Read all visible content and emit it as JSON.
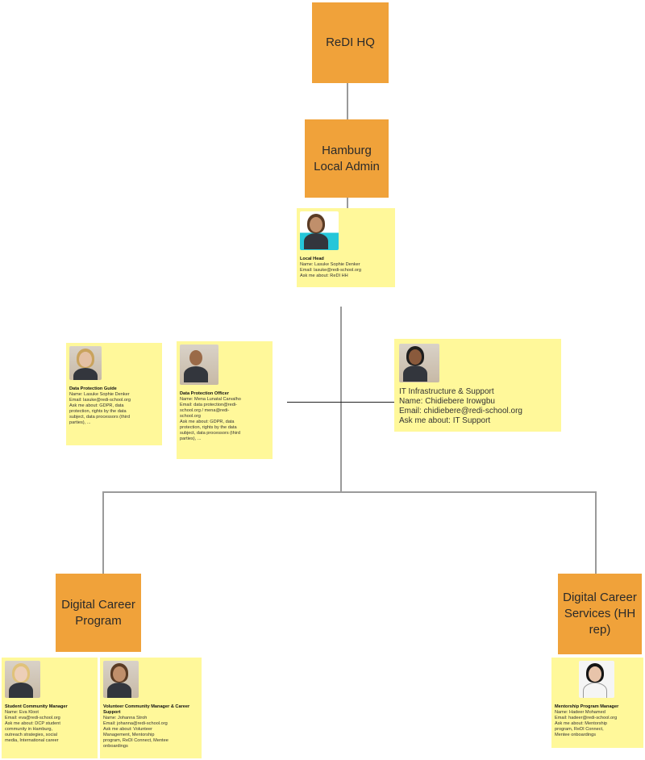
{
  "nodes": {
    "hq": "ReDI HQ",
    "hamburg": "Hamburg Local Admin",
    "dcp": "Digital Career Program",
    "dcs": "Digital Career Services (HH rep)"
  },
  "cards": {
    "local_head": {
      "title": "Local Head",
      "lines": [
        "Name: Lasuke Sophie Denker",
        "Email: lasuke@redi-school.org",
        "Ask me about: ReDI HH"
      ]
    },
    "dp_guide": {
      "title": "Data Protection Guide",
      "lines": [
        "Name: Lasuke Sophie Denker",
        "Email: lasuke@redi-school.org",
        "Ask me about: GDPR, data",
        "protection, rights by the data",
        "subject, data processors (third",
        "parties), ..."
      ]
    },
    "dp_officer": {
      "title": "Data Protection Officer",
      "lines": [
        "Name: Mena Lunatal Carvalho",
        "Email: data protection@redi-",
        "school.org / mena@redi-",
        "school.org",
        "Ask me about: GDPR, data",
        "protection, rights by the data",
        "subject, data processors (third",
        "parties), ..."
      ]
    },
    "it": {
      "lines": [
        "IT Infrastructure & Support",
        "Name: Chidiebere Irowgbu",
        "Email: chidiebere@redi-school.org",
        "Ask me about: IT Support"
      ]
    },
    "student_cm": {
      "title": "Student Community Manager",
      "lines": [
        "Name: Eva Kloot",
        "Email: eva@redi-school.org",
        "Ask me about: DCP student",
        "community in Hamburg,",
        "outreach strategies, social",
        "media, International career"
      ]
    },
    "volunteer_cm": {
      "title": "Volunteer Community Manager & Career Support",
      "lines": [
        "Name: Johanna Stroh",
        "Email: johanna@redi-school.org",
        "Ask me about: Volunteer",
        "Management, Mentorship",
        "program, ReDI Connect, Mentee",
        "onboardings"
      ]
    },
    "mentorship_pm": {
      "title": "Mentorship Program Manager",
      "lines": [
        "Name: Hadeer Mohamed",
        "Email: hadeer@redi-school.org",
        "Ask me about: Mentorship",
        "program, ReDI Connect,",
        "Mentee onboardings"
      ]
    }
  },
  "colors": {
    "node": "#f0a23a",
    "card": "#fff89a",
    "connector": "#9a9a9a"
  }
}
